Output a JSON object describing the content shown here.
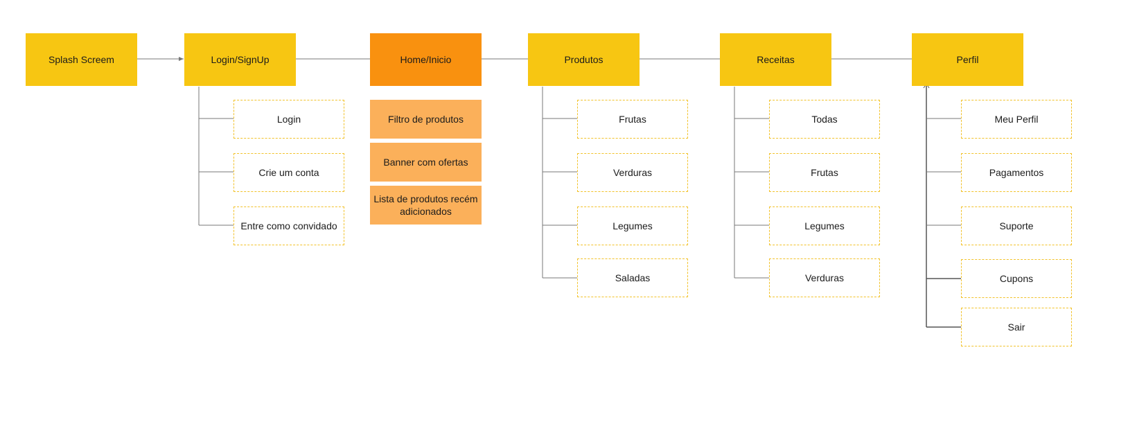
{
  "colors": {
    "main": "#f7c612",
    "active": "#f9910f",
    "block": "#fbb05a",
    "leaf_border": "#f2c22a",
    "line": "#777777"
  },
  "main_nodes": [
    {
      "key": "splash",
      "label": "Splash Screem"
    },
    {
      "key": "login",
      "label": "Login/SignUp"
    },
    {
      "key": "home",
      "label": "Home/Inicio"
    },
    {
      "key": "produtos",
      "label": "Produtos"
    },
    {
      "key": "receitas",
      "label": "Receitas"
    },
    {
      "key": "perfil",
      "label": "Perfil"
    }
  ],
  "login_items": [
    "Login",
    "Crie um conta",
    "Entre como convidado"
  ],
  "home_items": [
    "Filtro de produtos",
    "Banner com ofertas",
    "Lista de produtos recém adicionados"
  ],
  "produtos_items": [
    "Frutas",
    "Verduras",
    "Legumes",
    "Saladas"
  ],
  "receitas_items": [
    "Todas",
    "Frutas",
    "Legumes",
    "Verduras"
  ],
  "perfil_items": [
    "Meu Perfil",
    "Pagamentos",
    "Suporte",
    "Cupons",
    "Sair"
  ]
}
